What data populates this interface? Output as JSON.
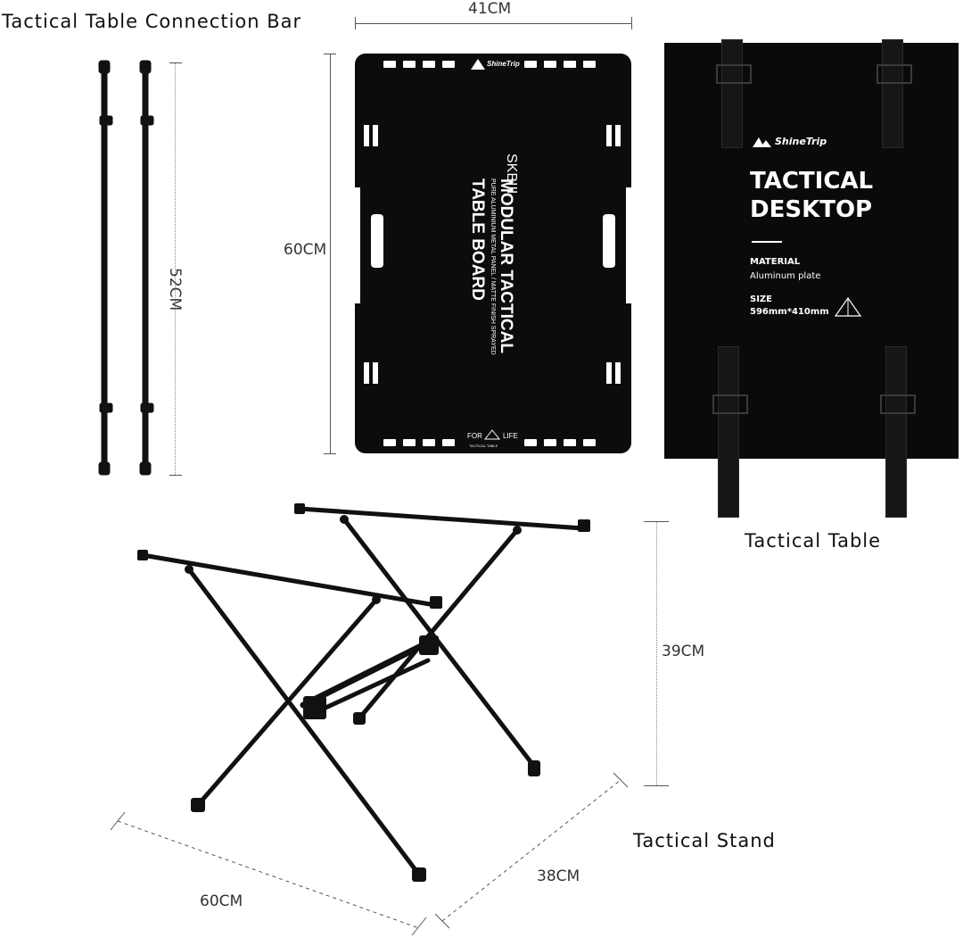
{
  "labels": {
    "connection_bar": "Tactical Table Connection Bar",
    "tactical_table": "Tactical Table",
    "tactical_stand": "Tactical Stand"
  },
  "dimensions": {
    "board_width": "41CM",
    "board_height": "60CM",
    "bar_length": "52CM",
    "stand_height": "39CM",
    "stand_depth": "38CM",
    "stand_width": "60CM"
  },
  "board": {
    "brand": "ShineTrip",
    "model": "SKBIII",
    "title_line1": "MODULAR TACTICAL",
    "title_line2": "TABLE BOARD",
    "subtitle": "PURE ALUMINIUM METAL PANEL / MATTE FINISH SPRAYED",
    "footer_left": "FOR",
    "footer_right": "LIFE",
    "footer_sub": "TACTICAL TABLE"
  },
  "bag": {
    "brand": "ShineTrip",
    "title_line1": "TACTICAL",
    "title_line2": "DESKTOP",
    "material_label": "MATERIAL",
    "material_value": "Aluminum plate",
    "size_label": "SIZE",
    "size_value": "596mm*410mm"
  },
  "colors": {
    "product_black": "#0c0c0c",
    "background": "#ffffff"
  }
}
